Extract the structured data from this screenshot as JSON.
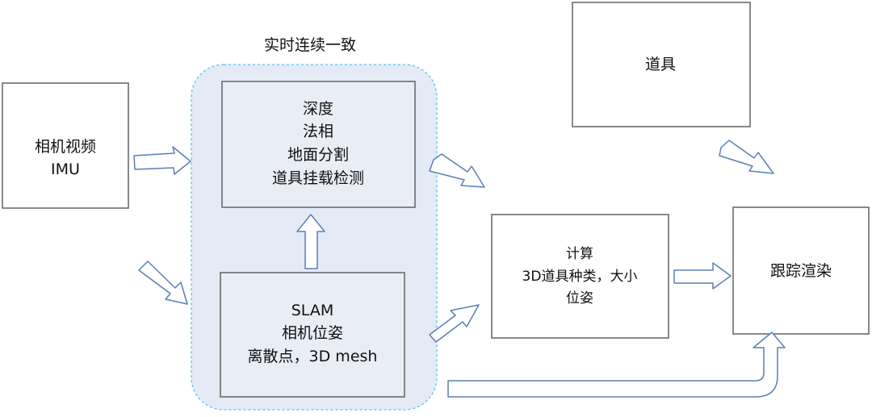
{
  "group": {
    "title": "实时连续一致"
  },
  "input": {
    "lines": [
      "相机视频",
      "IMU"
    ]
  },
  "perception": {
    "lines": [
      "深度",
      "法相",
      "地面分割",
      "道具挂载检测"
    ]
  },
  "slam": {
    "lines": [
      "SLAM",
      "相机位姿",
      "离散点，3D mesh"
    ]
  },
  "props": {
    "label": "道具"
  },
  "compute": {
    "lines": [
      "计算",
      "3D道具种类，大小",
      "位姿"
    ]
  },
  "render": {
    "label": "跟踪渲染"
  }
}
